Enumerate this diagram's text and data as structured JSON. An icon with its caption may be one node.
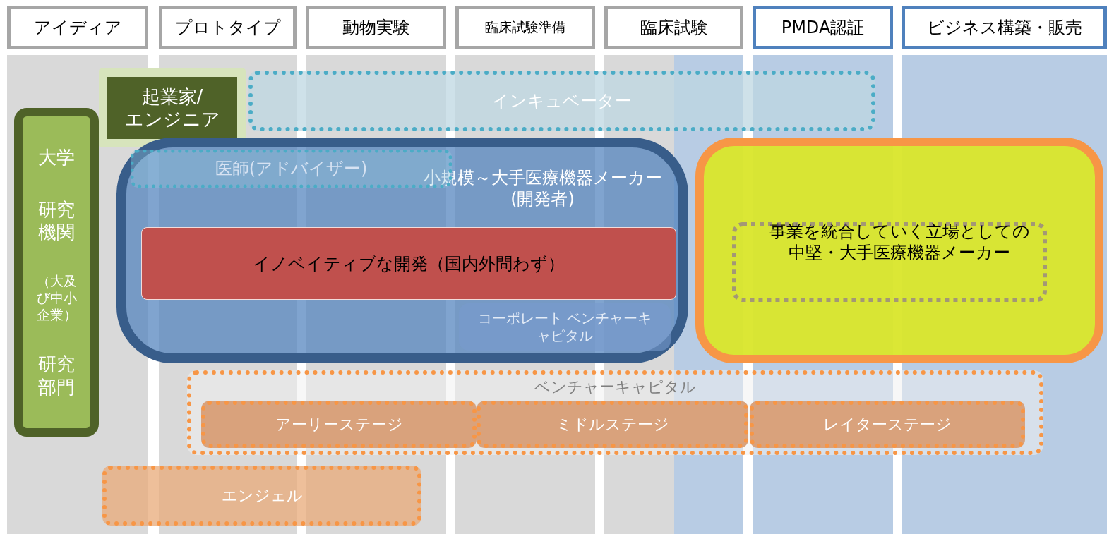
{
  "diagram": {
    "nodes": [
      {
        "text": [
          "アイディア"
        ]
      },
      {
        "text": [
          "プロトタイプ"
        ]
      },
      {
        "text": [
          "動物実験"
        ]
      },
      {
        "text": [
          "臨床試験準備"
        ]
      },
      {
        "text": [
          "臨床試験"
        ]
      },
      {
        "text": [
          "PMDA認証"
        ]
      },
      {
        "text": [
          "ビジネス構築・販売"
        ]
      },
      {
        "text": [
          "大学",
          "研究機関",
          "（大及び中小企業）",
          "研究部門"
        ]
      },
      {
        "text": [
          "インキュベーター"
        ]
      },
      {
        "text": [
          "起業家/エンジニア"
        ]
      },
      {
        "text": [
          "小規模～大手医療機器メーカー (開発者)"
        ]
      },
      {
        "text": [
          "医師(アドバイザー)"
        ],
        "in": 10
      },
      {
        "text": [
          "イノベイティブな開発（国内外問わず）"
        ],
        "in": 10
      },
      {
        "text": [
          "コーポレート ベンチャーキャピタル"
        ],
        "in": 10
      },
      {
        "text": [
          "事業を統合していく立場としての中堅・大手医療機器メーカー"
        ]
      },
      {
        "text": [
          "ベンチャーキャピタル"
        ]
      },
      {
        "text": [
          "アーリーステージ"
        ],
        "in": 15
      },
      {
        "text": [
          "ミドルステージ"
        ],
        "in": 15
      },
      {
        "text": [
          "レイターステージ"
        ],
        "in": 15
      },
      {
        "text": [
          "エンジェル"
        ]
      }
    ]
  }
}
